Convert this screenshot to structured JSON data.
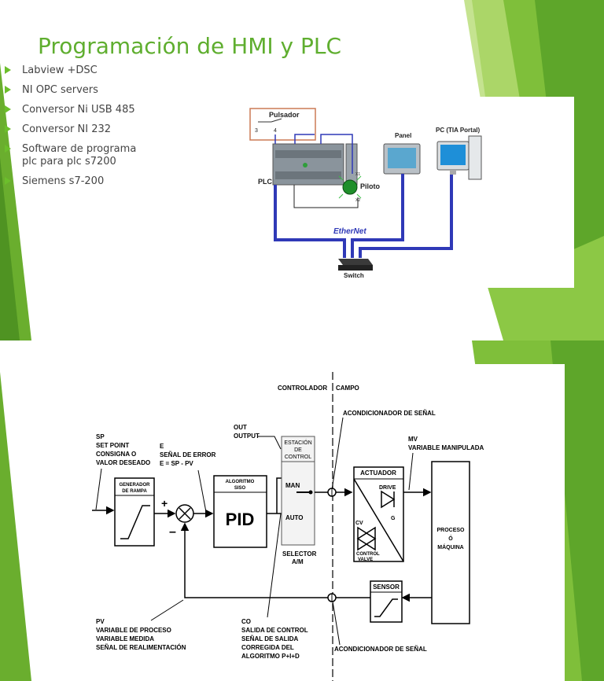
{
  "slide1": {
    "title": "Programación de HMI y PLC",
    "bullets": [
      "Labview +DSC",
      "NI OPC servers",
      "Conversor Ni USB 485",
      "Conversor NI 232",
      "Software de programa\nplc para plc s7200",
      "Siemens s7-200"
    ],
    "network": {
      "pulsador": "Pulsador",
      "t3": "3",
      "t4": "4",
      "plc": "PLC",
      "piloto": "Piloto",
      "x1": "X1",
      "x2": "X2",
      "panel": "Panel",
      "pc": "PC (TIA Portal)",
      "ethernet": "EtherNet",
      "switch": "Switch"
    },
    "colors": {
      "accent": "#5fae2f",
      "cable": "#2f39b7",
      "frame": "#cc7a55"
    }
  },
  "slide2": {
    "diagram": {
      "controlador": "CONTROLADOR",
      "campo": "CAMPO",
      "acond_top": "ACONDICIONADOR DE SEÑAL",
      "acond_bottom": "ACONDICIONADOR DE SEÑAL",
      "sp1": "SP",
      "sp2": "SET POINT",
      "sp3": "CONSIGNA O",
      "sp4": "VALOR DESEADO",
      "e1": "E",
      "e2": "SEÑAL DE ERROR",
      "e3": "E = SP - PV",
      "gen1": "GENERADOR",
      "gen2": "DE RAMPA",
      "alg1": "ALGORITMO",
      "alg2": "SISO",
      "pid": "PID",
      "out1": "OUT",
      "out2": "OUTPUT",
      "est1": "ESTACIÓN",
      "est2": "DE",
      "est3": "CONTROL",
      "man": "MAN",
      "auto": "AUTO",
      "sel1": "SELECTOR",
      "sel2": "A/M",
      "mv1": "MV",
      "mv2": "VARIABLE MANIPULADA",
      "actuador": "ACTUADOR",
      "drive": "DRIVE",
      "g": "G",
      "cv": "CV",
      "cvalve1": "CONTROL",
      "cvalve2": "VALVE",
      "proceso1": "PROCESO",
      "proceso2": "Ó",
      "proceso3": "MÁQUINA",
      "sensor": "SENSOR",
      "pv1": "PV",
      "pv2": "VARIABLE DE PROCESO",
      "pv3": "VARIABLE MEDIDA",
      "pv4": "SEÑAL DE REALIMENTACIÓN",
      "co1": "CO",
      "co2": "SALIDA DE CONTROL",
      "co3": "SEÑAL DE SALIDA",
      "co4": "CORREGIDA DEL",
      "co5": "ALGORITMO P+I+D",
      "plus": "+",
      "minus": "–"
    }
  }
}
